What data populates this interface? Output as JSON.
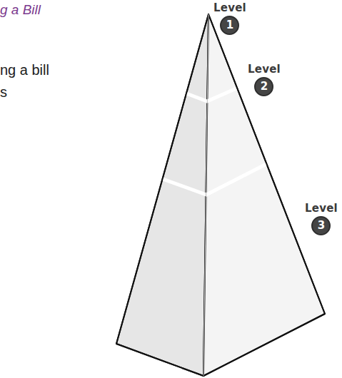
{
  "diagram": {
    "nodes": [
      {
        "text": [
          "Level",
          "1"
        ]
      },
      {
        "text": [
          "Level",
          "2"
        ]
      },
      {
        "text": [
          "Level",
          "3"
        ]
      }
    ],
    "labels": [
      "g a Bill",
      "ng a bill",
      "s"
    ]
  }
}
